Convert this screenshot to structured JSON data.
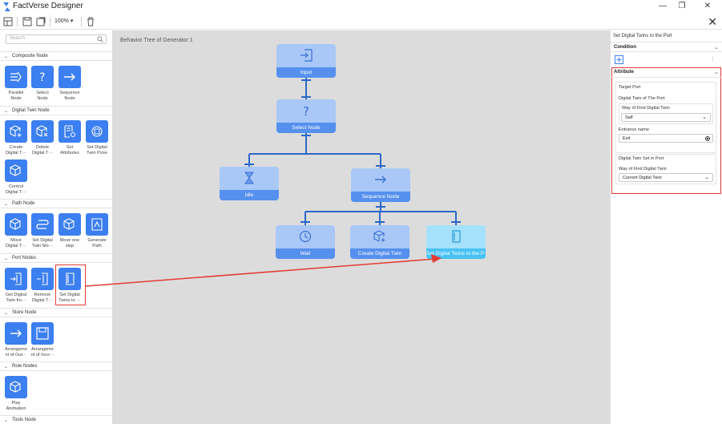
{
  "app": {
    "title": "FactVerse Designer"
  },
  "toolbar": {
    "zoom": "100%"
  },
  "left": {
    "search_placeholder": "Search",
    "sections": {
      "composite": "Composite Node",
      "digital": "Digital Twin Node",
      "path": "Path Node",
      "port": "Port Nodes",
      "store": "Store Node",
      "role": "Role Nodes",
      "tools": "Tools Node"
    },
    "tiles": {
      "parallel": [
        "Parallel",
        "Node"
      ],
      "select": [
        "Select",
        "Node"
      ],
      "sequence": [
        "Sequence",
        "Node"
      ],
      "create": [
        "Create",
        "Digital T···"
      ],
      "delete": [
        "Delete",
        "Digital T···"
      ],
      "setattr": [
        "Set",
        "Attributes"
      ],
      "setpose": [
        "Set Digital",
        "Twin Pose"
      ],
      "control": [
        "Control",
        "Digital T···"
      ],
      "move": [
        "Move",
        "Digital T···"
      ],
      "setmove": [
        "Set Digital",
        "Twin Mo···"
      ],
      "moveone": [
        "Move one",
        "step"
      ],
      "generate": [
        "Generate",
        "Path"
      ],
      "getport": [
        "Get Digital",
        "Twin fro···"
      ],
      "remove": [
        "Remove",
        "Digital T···"
      ],
      "setport": [
        "Set Digital",
        "Twins to ···"
      ],
      "arrout": [
        "Arrangeme",
        "nt of Out···"
      ],
      "arrin": [
        "Arrangeme",
        "nt of Inco···"
      ],
      "play": [
        "Play",
        "Animation"
      ]
    }
  },
  "canvas": {
    "title": "Behavior Tree of Generator 1",
    "nodes": {
      "input": "Input",
      "select": "Select Node",
      "idle": "Idle",
      "sequence": "Sequence Node",
      "wait": "Wait",
      "create": "Create Digital Twin",
      "setport": "Set Digital Twins to the P···"
    }
  },
  "right": {
    "title": "Set Digital Twins to the Port",
    "condition": "Condition",
    "attribute": "Attribute",
    "target_port": "Target Port",
    "digital_twin_of_port": "Digital Twin of The Port",
    "way_find_1": "Way of Find Digital Twin",
    "way_find_1_value": "Self",
    "entrance_name": "Entrance name",
    "entrance_value": "Exit",
    "twin_set_in_port": "Digital Twin Set in Port",
    "way_find_2": "Way of Find Digital Twin",
    "way_find_2_value": "Current Digital Twin"
  },
  "colors": {
    "node_blue": "#5590ee",
    "tile_blue": "#3b7ff0",
    "active": "#48c2f4",
    "highlight": "#e53b33"
  }
}
